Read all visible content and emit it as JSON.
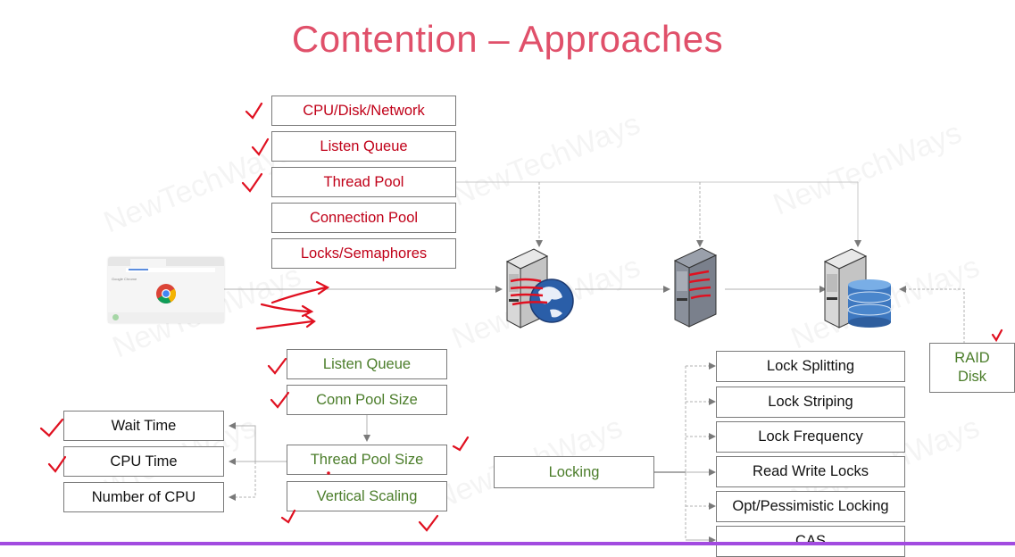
{
  "title": "Contention – Approaches",
  "watermark": "NewTechWays",
  "colors": {
    "title": "#e0506a",
    "problem_text": "#c00018",
    "solution_text": "#4b7d2a",
    "annotation": "#e01020",
    "bottom_bar": "#a24be0"
  },
  "contention_sources": [
    {
      "label": "CPU/Disk/Network",
      "checked": true
    },
    {
      "label": "Listen Queue",
      "checked": true
    },
    {
      "label": "Thread Pool",
      "checked": true
    },
    {
      "label": "Connection Pool",
      "checked": false
    },
    {
      "label": "Locks/Semaphores",
      "checked": false
    }
  ],
  "browser": {
    "app": "Google Chrome",
    "icon": "chrome-browser-icon"
  },
  "servers": [
    {
      "name": "web-server",
      "icon": "web-server-globe-icon"
    },
    {
      "name": "app-server",
      "icon": "app-server-icon"
    },
    {
      "name": "database-server",
      "icon": "database-server-icon"
    }
  ],
  "raid_disk": {
    "label": "RAID Disk",
    "checked": true
  },
  "tuning": [
    {
      "label": "Listen Queue",
      "checked": true
    },
    {
      "label": "Conn Pool Size",
      "checked": true
    },
    {
      "label": "Thread Pool Size",
      "checked": true
    },
    {
      "label": "Vertical Scaling",
      "checked": true
    }
  ],
  "thread_pool_factors": [
    {
      "label": "Wait Time",
      "checked": true
    },
    {
      "label": "CPU Time",
      "checked": true
    },
    {
      "label": "Number of CPU",
      "checked": false
    }
  ],
  "locking": {
    "label": "Locking",
    "techniques": [
      "Lock Splitting",
      "Lock Striping",
      "Lock Frequency",
      "Read Write Locks",
      "Opt/Pessimistic Locking",
      "CAS"
    ]
  }
}
